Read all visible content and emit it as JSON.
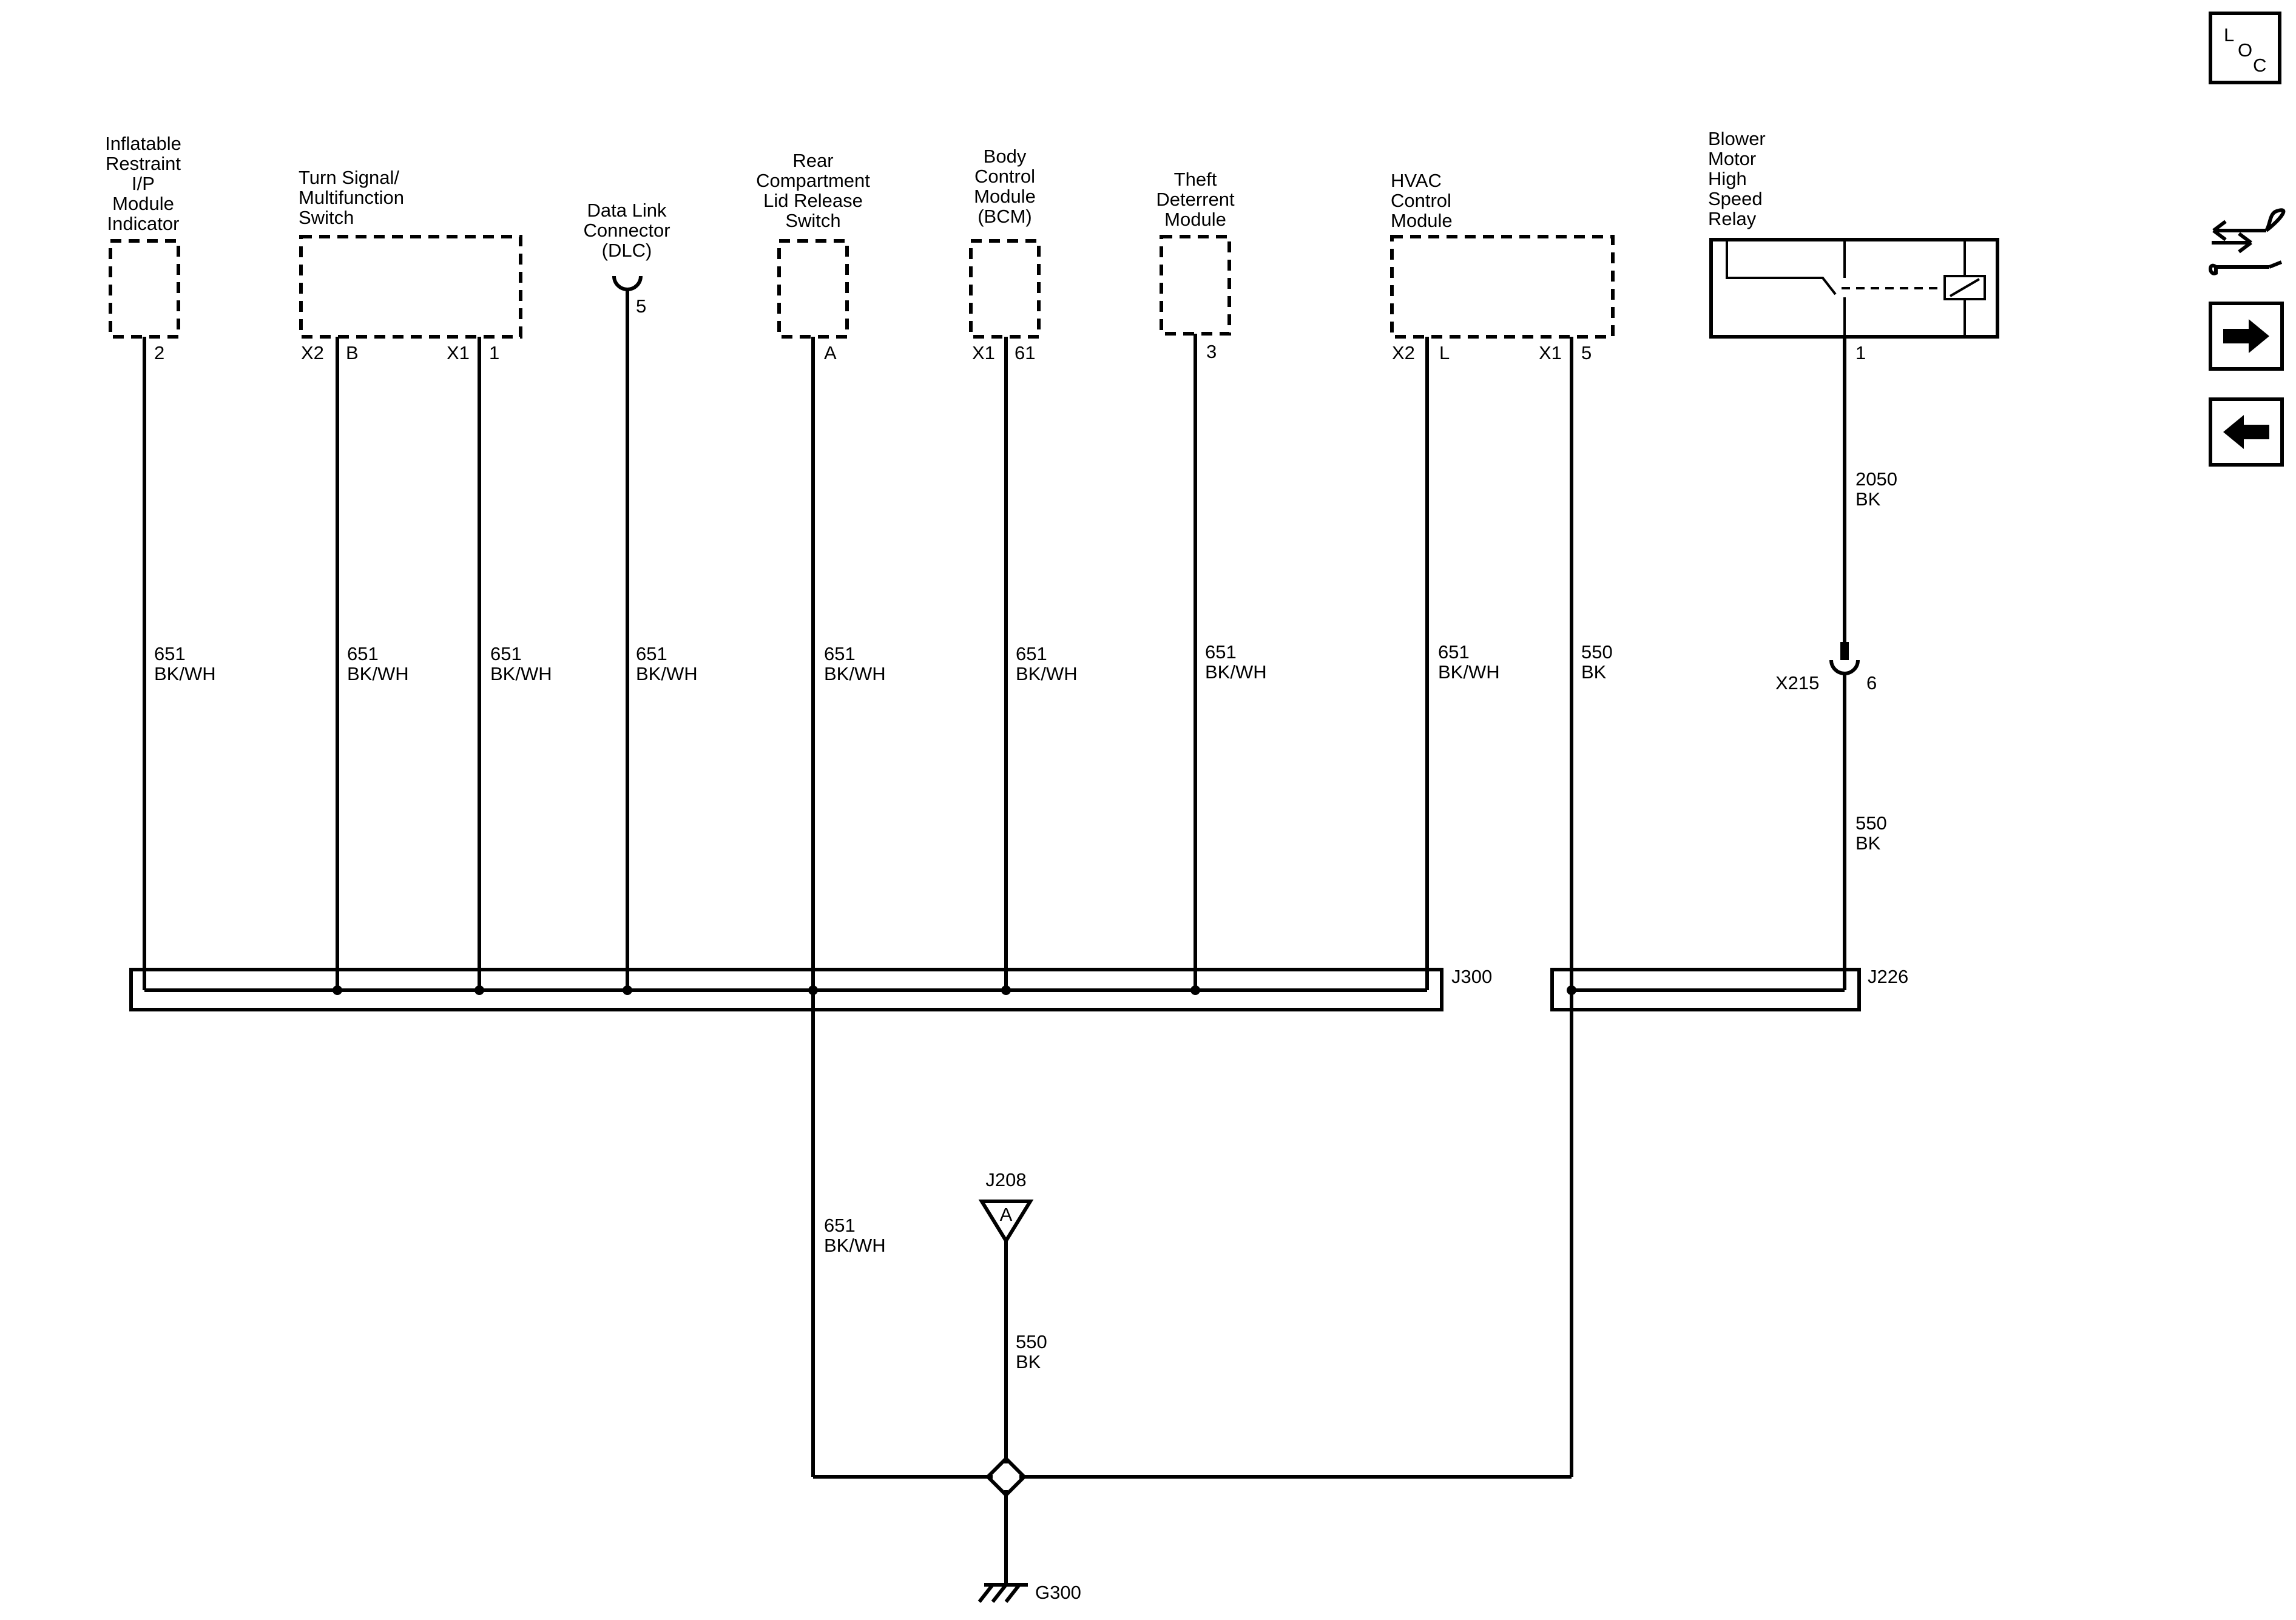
{
  "components": {
    "inflatable_restraint": "Inflatable\nRestraint\nI/P\nModule\nIndicator",
    "turn_signal": "Turn Signal/\nMultifunction\nSwitch",
    "dlc": "Data Link\nConnector\n(DLC)",
    "rear_compartment": "Rear\nCompartment\nLid Release\nSwitch",
    "bcm": "Body\nControl\nModule\n(BCM)",
    "theft": "Theft\nDeterrent\nModule",
    "hvac": "HVAC\nControl\nModule",
    "blower": "Blower\nMotor\nHigh\nSpeed\nRelay"
  },
  "pins": {
    "inflatable": "2",
    "turn_x2": "X2",
    "turn_b": "B",
    "turn_x1": "X1",
    "turn_1": "1",
    "dlc": "5",
    "rear": "A",
    "bcm_x1": "X1",
    "bcm_61": "61",
    "theft": "3",
    "hvac_x2": "X2",
    "hvac_l": "L",
    "hvac_x1": "X1",
    "hvac_5": "5",
    "blower": "1"
  },
  "wires": {
    "w651": "651",
    "bkwh": "BK/WH",
    "w550": "550",
    "bk": "BK",
    "w2050": "2050"
  },
  "splices": {
    "j300": "J300",
    "j226": "J226",
    "j208": "J208",
    "j208_pin": "A"
  },
  "connectors": {
    "x215": "X215",
    "x215_pin": "6"
  },
  "ground": "G300",
  "nav": {
    "loc_l": "L",
    "loc_o": "O",
    "loc_c": "C"
  }
}
